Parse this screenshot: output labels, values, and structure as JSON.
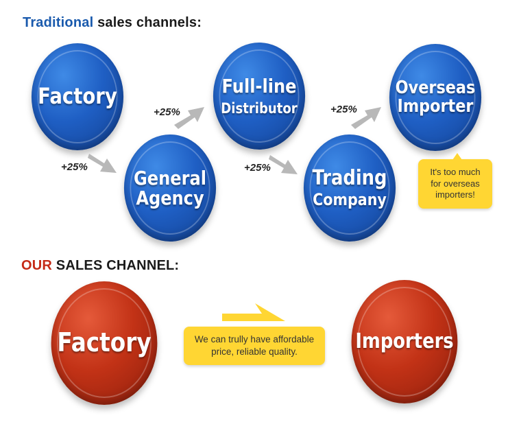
{
  "traditional": {
    "heading_accent": "Traditional",
    "heading_rest": " sales channels:",
    "nodes": {
      "factory": "Factory",
      "general_agency": [
        "General",
        "Agency"
      ],
      "full_line_distributor": [
        "Full-line",
        "Distributor"
      ],
      "trading_company": [
        "Trading",
        "Company"
      ],
      "overseas_importer": [
        "Overseas",
        "Importer"
      ]
    },
    "markups": [
      "+25%",
      "+25%",
      "+25%",
      "+25%"
    ],
    "note": [
      "It's too much",
      "for overseas",
      "importers!"
    ]
  },
  "ours": {
    "heading_accent": "OUR",
    "heading_rest": " SALES CHANNEL:",
    "nodes": {
      "factory": "Factory",
      "importers": "Importers"
    },
    "note": [
      "We can trully have affordable",
      "price,  reliable quality."
    ]
  },
  "colors": {
    "blue_accent": "#1a5aad",
    "red_accent": "#c52a17",
    "note_yellow": "#ffd633",
    "arrow_gray": "#b8b8b8"
  }
}
